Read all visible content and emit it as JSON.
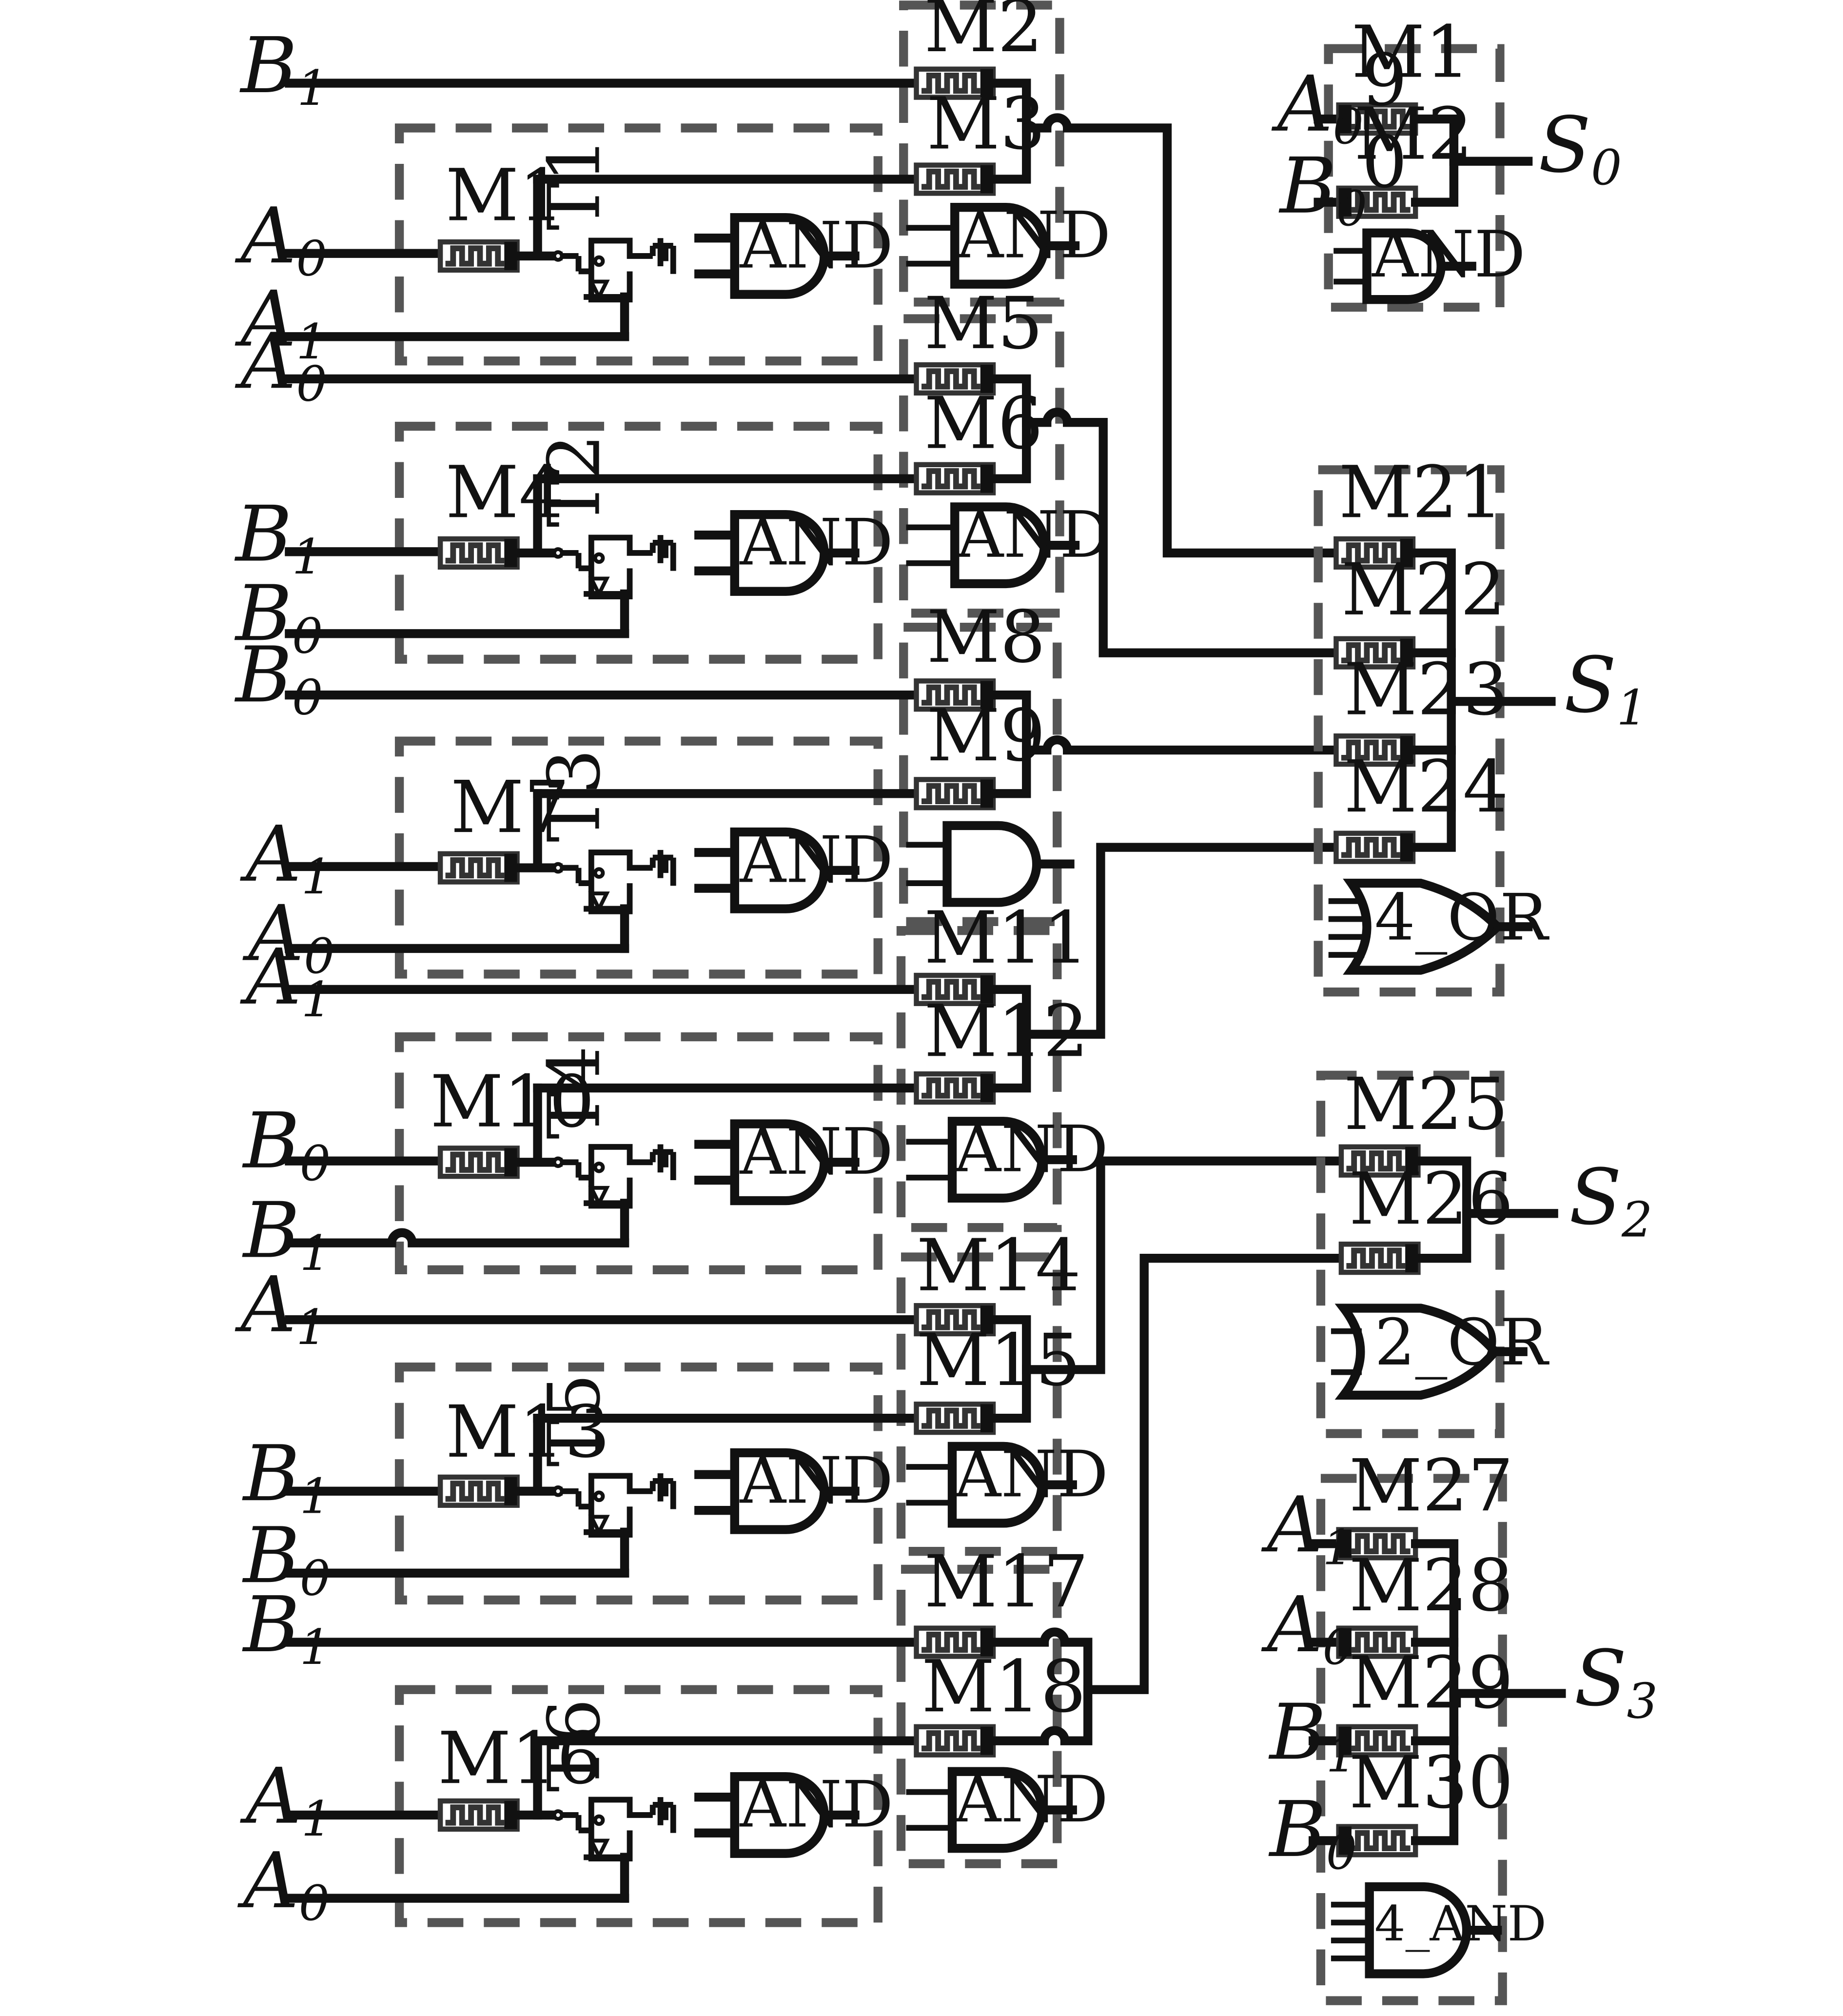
{
  "figure": {
    "title": "",
    "inputs": {
      "b1_row_m2": "B1",
      "a0_cell1": "A0",
      "a1_cell1": "A1",
      "a0_row_m5": "A0",
      "b1_cell2": "B1",
      "b0_cell2": "B0",
      "b0_row_m8": "B0",
      "a1_cell3": "A1",
      "a0_cell3": "A0",
      "a1_row_m11": "A1",
      "b0_cell4": "B0",
      "b1_cell4": "B1",
      "a1_row_m14": "A1",
      "b1_cell5": "B1",
      "b0_cell5": "B0",
      "b1_row_m17": "B1",
      "a1_cell6": "A1",
      "a0_cell6": "A0"
    },
    "cells": [
      {
        "mem": "M1",
        "transistor": "T1",
        "gate": "AND"
      },
      {
        "mem": "M4",
        "transistor": "T2",
        "gate": "AND"
      },
      {
        "mem": "M7",
        "transistor": "T3",
        "gate": "AND"
      },
      {
        "mem": "M10",
        "transistor": "T4",
        "gate": "AND"
      },
      {
        "mem": "M13",
        "transistor": "T5",
        "gate": "AND"
      },
      {
        "mem": "M16",
        "transistor": "T6",
        "gate": "AND"
      }
    ],
    "pairs": [
      {
        "top": "M2",
        "bottom": "M3",
        "gate": "AND"
      },
      {
        "top": "M5",
        "bottom": "M6",
        "gate": "AND"
      },
      {
        "top": "M8",
        "bottom": "M9",
        "gate": ""
      },
      {
        "top": "M11",
        "bottom": "M12",
        "gate": "AND"
      },
      {
        "top": "M14",
        "bottom": "M15",
        "gate": "AND"
      },
      {
        "top": "M17",
        "bottom": "M18",
        "gate": "AND"
      }
    ],
    "s0_block": {
      "mem1_line1": "M1",
      "mem1_line2": "9",
      "mem2_line1": "M2",
      "mem2_line2": "0",
      "in1": "A0",
      "in2": "B0",
      "gate": "AND",
      "out": "S0"
    },
    "s1_block": {
      "mems": [
        "M21",
        "M22",
        "M23",
        "M24"
      ],
      "gate": "4_OR",
      "out": "S1"
    },
    "s2_block": {
      "mems": [
        "M25",
        "M26"
      ],
      "gate": "2_OR",
      "out": "S2"
    },
    "s3_block": {
      "mems": [
        "M27",
        "M28",
        "M29",
        "M30"
      ],
      "inputs": [
        "A1",
        "A0",
        "B1",
        "B0"
      ],
      "gate": "4_AND",
      "out": "S3"
    }
  }
}
